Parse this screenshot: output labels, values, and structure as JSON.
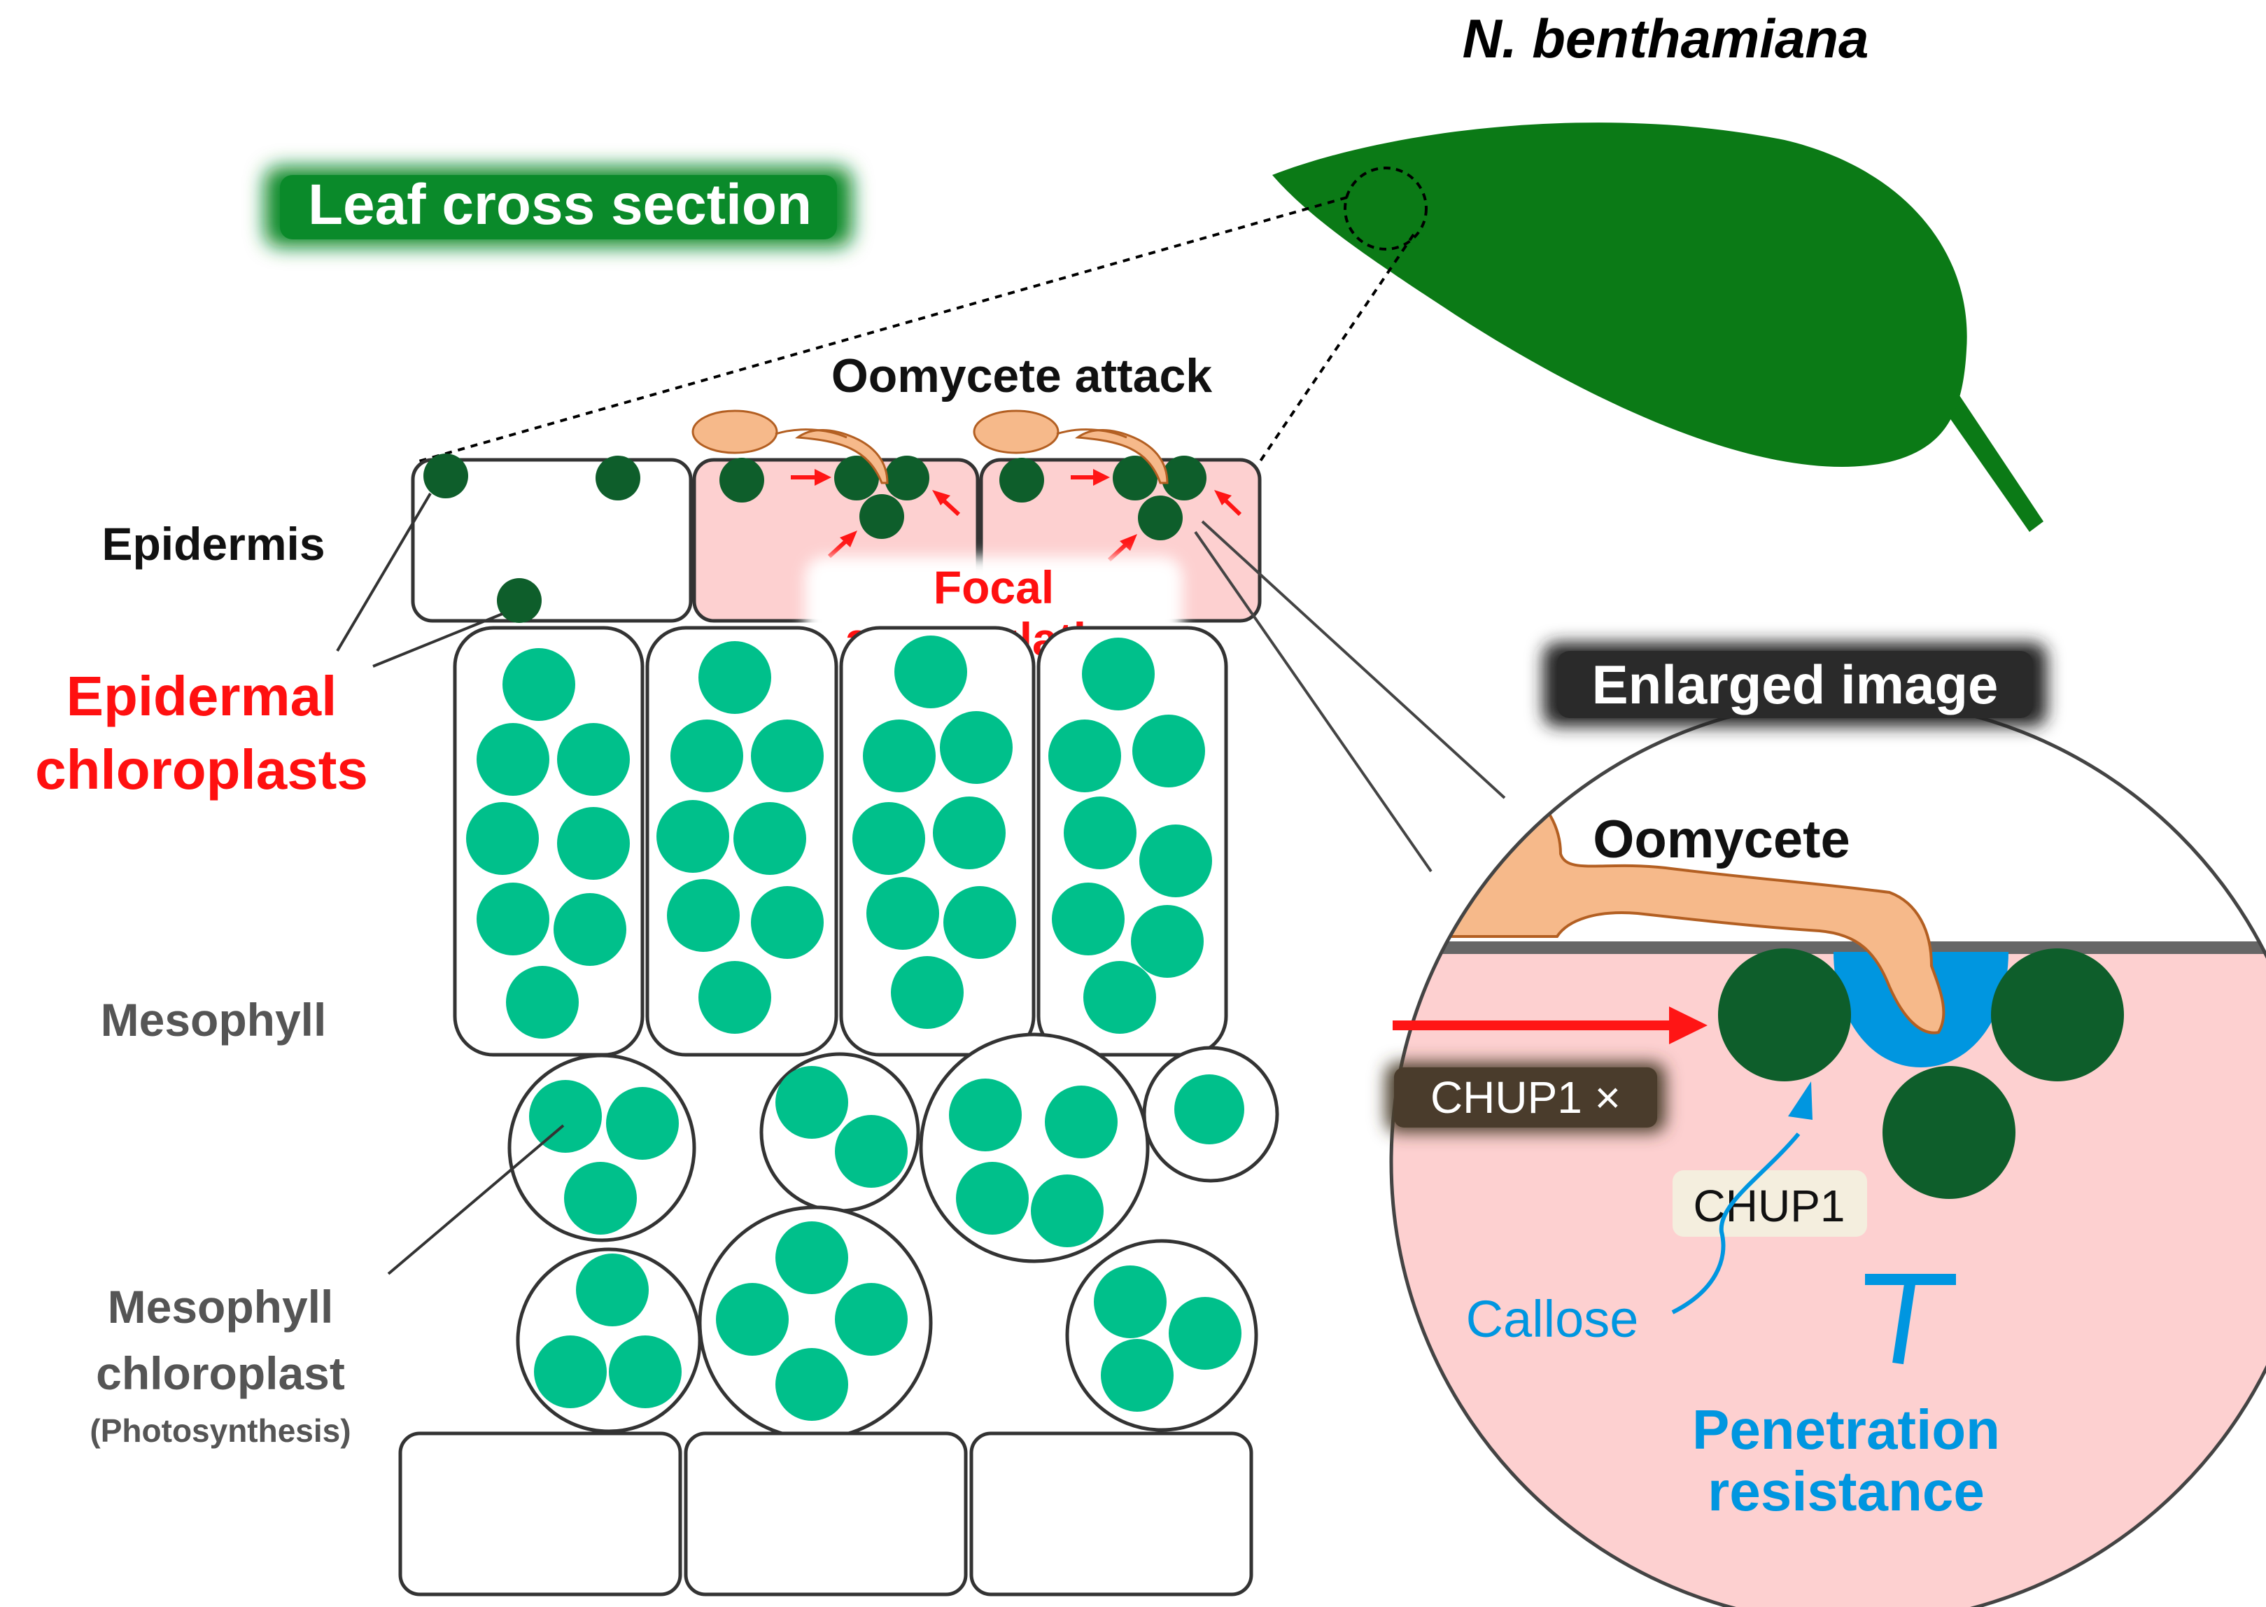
{
  "title": "N. benthamiana",
  "cross_section_badge": "Leaf cross section",
  "oomycete_attack": "Oomycete attack",
  "epidermis": "Epidermis",
  "epidermal_chloroplasts": [
    "Epidermal",
    "chloroplasts"
  ],
  "focal_accumulation": [
    "Focal",
    "accumulation"
  ],
  "mesophyll": "Mesophyll",
  "mesophyll_chloroplast": [
    "Mesophyll",
    "chloroplast"
  ],
  "photosynthesis": "(Photosynthesis)",
  "enlarged_image": "Enlarged image",
  "oomycete": "Oomycete",
  "chup1_x": "CHUP1 ×",
  "chup1": "CHUP1",
  "callose": "Callose",
  "penetration_resistance": [
    "Penetration",
    "resistance"
  ],
  "colors": {
    "leaf_green": "#0b7a16",
    "epidermal_chloroplast": "#0e5e2b",
    "mesophyll_chloroplast": "#00c08b",
    "infected_cell": "#fdd0d0",
    "oomycete": "#f6b98a",
    "oomycete_outline": "#b35f22",
    "arrow_red": "#ff1515",
    "label_red": "#ff1010",
    "callose_blue": "#0096e0",
    "label_gray": "#555555"
  }
}
